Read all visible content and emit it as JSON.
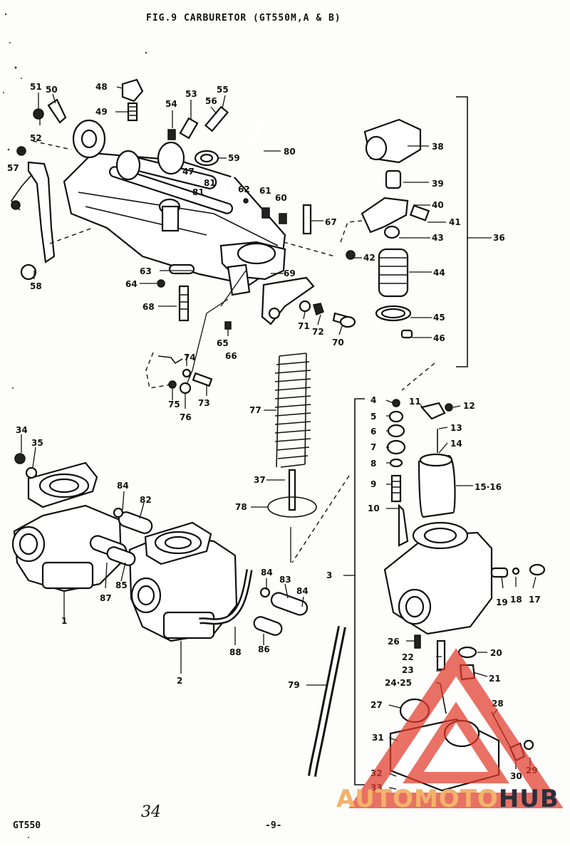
{
  "header": {
    "title": "FIG.9  CARBURETOR (GT550M,A & B)"
  },
  "footer": {
    "model": "GT550",
    "page": "-9-",
    "handwritten_note": "34"
  },
  "watermark": {
    "part1": "AUTOMOTO",
    "part2": "HUB",
    "color_primary": "#e23b2b",
    "color_text": "#f2b36a",
    "color_dark": "#2b2f3a"
  },
  "callouts": [
    "1",
    "2",
    "3",
    "4",
    "5",
    "6",
    "7",
    "8",
    "9",
    "10",
    "11",
    "12",
    "13",
    "14",
    "15·16",
    "17",
    "18",
    "19",
    "20",
    "21",
    "22",
    "23",
    "24·25",
    "26",
    "27",
    "28",
    "29",
    "30",
    "31",
    "32",
    "33",
    "34",
    "35",
    "36",
    "37",
    "38",
    "39",
    "40",
    "41",
    "42",
    "43",
    "44",
    "45",
    "46",
    "47",
    "48",
    "49",
    "50",
    "51",
    "52",
    "53",
    "54",
    "55",
    "56",
    "57",
    "58",
    "59",
    "60",
    "61",
    "62",
    "63",
    "64",
    "65",
    "66",
    "67",
    "68",
    "69",
    "70",
    "71",
    "72",
    "73",
    "74",
    "75",
    "76",
    "77",
    "78",
    "79",
    "80",
    "81",
    "81",
    "82",
    "83",
    "84",
    "84",
    "84",
    "85",
    "86",
    "87",
    "88"
  ]
}
